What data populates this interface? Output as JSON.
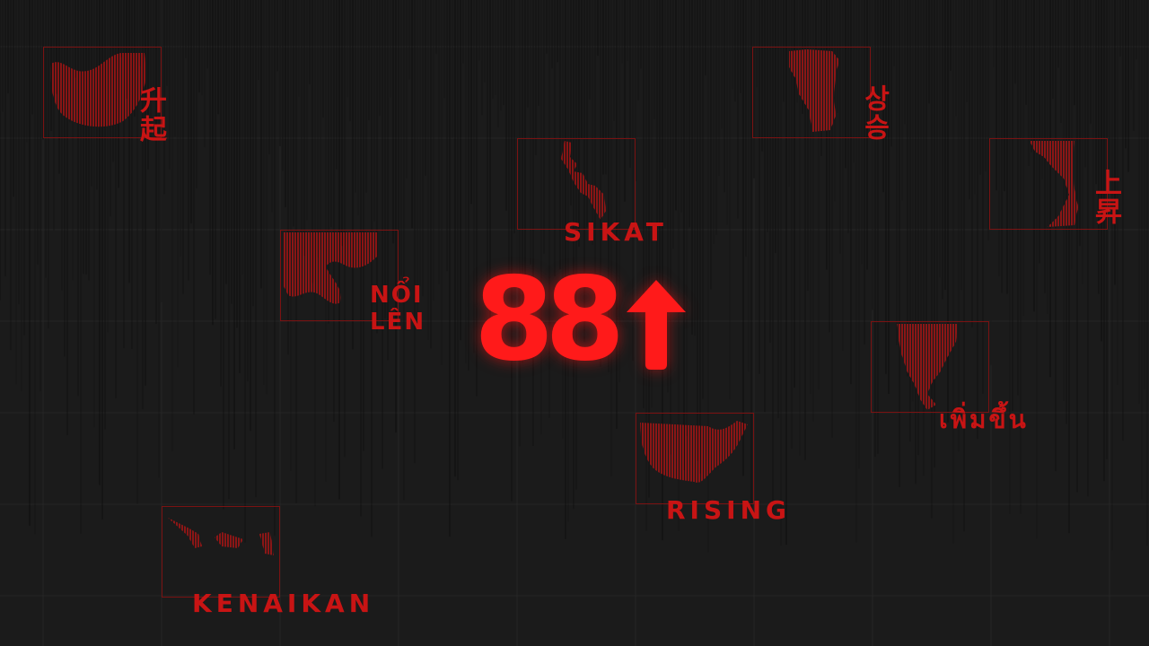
{
  "headline": {
    "value": "88",
    "icon": "arrow-up-icon"
  },
  "colors": {
    "accent": "#ff1a1a",
    "label": "#c81414",
    "frame": "#7a1212",
    "background": "#1b1b1b"
  },
  "tiles": [
    {
      "id": "chinese-simplified",
      "label": "升起",
      "map": "china-map-icon"
    },
    {
      "id": "vietnamese",
      "label": "NỔI LÊN",
      "map": "vietnam-map-icon"
    },
    {
      "id": "malay",
      "label": "KENAIKAN",
      "map": "malaysia-map-icon"
    },
    {
      "id": "filipino",
      "label": "SIKAT",
      "map": "philippines-map-icon"
    },
    {
      "id": "english",
      "label": "RISING",
      "map": "usa-map-icon"
    },
    {
      "id": "korean",
      "label": "상승",
      "map": "korea-map-icon"
    },
    {
      "id": "japanese",
      "label": "上昇",
      "map": "japan-map-icon"
    },
    {
      "id": "thai",
      "label": "เพิ่มขึ้น",
      "map": "thailand-map-icon"
    }
  ]
}
